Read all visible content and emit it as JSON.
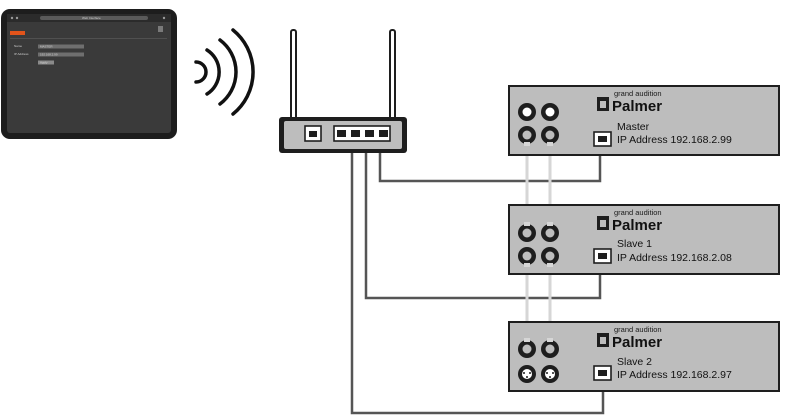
{
  "tablet": {
    "tab_title": "Web Interface",
    "rows": [
      {
        "label": "Name",
        "value": "MASTER"
      },
      {
        "label": "IP Address",
        "value": "192.168.2.99"
      }
    ],
    "apply_label": "Apply"
  },
  "units": [
    {
      "brand_small": "grand audition",
      "brand": "Palmer",
      "name": "Master",
      "ip": "IP Address 192.168.2.99",
      "lower_jacks": "jack"
    },
    {
      "brand_small": "grand audition",
      "brand": "Palmer",
      "name": "Slave 1",
      "ip": "IP Address 192.168.2.08",
      "lower_jacks": "jack"
    },
    {
      "brand_small": "grand audition",
      "brand": "Palmer",
      "name": "Slave 2",
      "ip": "IP Address 192.168.2.97",
      "lower_jacks": "xlr"
    }
  ],
  "colors": {
    "device_fill": "#bdbdbd",
    "device_stroke": "#1e1e1e",
    "cable_dark": "#555555",
    "cable_light": "#d6d6d6"
  }
}
